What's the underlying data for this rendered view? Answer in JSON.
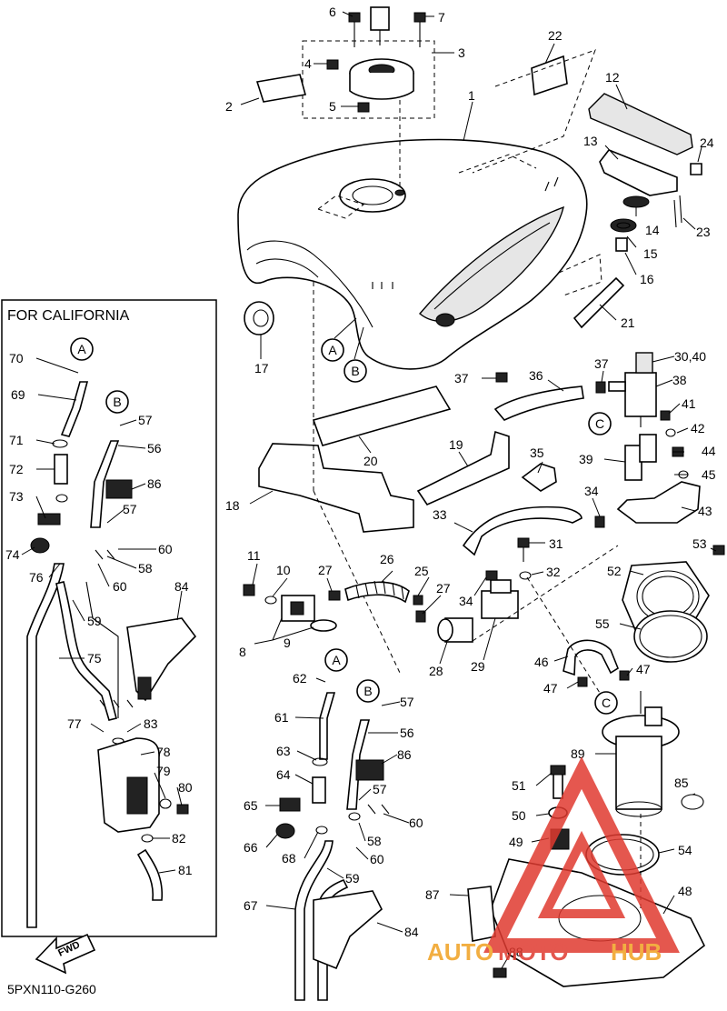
{
  "diagram": {
    "california_box_title": "FOR CALIFORNIA",
    "figure_code": "5PXN110-G260",
    "fwd_label": "FWD",
    "watermark": {
      "text_auto": "AUTO",
      "text_moto": "MOTO",
      "text_hub": "HUB",
      "color_red": "#e03a30",
      "color_orange": "#f0a020"
    },
    "callouts": {
      "A": "A",
      "B": "B",
      "C": "C"
    },
    "numbers": {
      "n1": "1",
      "n2": "2",
      "n3": "3",
      "n4": "4",
      "n5": "5",
      "n6": "6",
      "n7": "7",
      "n8": "8",
      "n9": "9",
      "n10": "10",
      "n11": "11",
      "n12": "12",
      "n13": "13",
      "n14": "14",
      "n15": "15",
      "n16": "16",
      "n17": "17",
      "n18": "18",
      "n19": "19",
      "n20": "20",
      "n21": "21",
      "n22": "22",
      "n23": "23",
      "n24": "24",
      "n25": "25",
      "n26": "26",
      "n27a": "27",
      "n27b": "27",
      "n28": "28",
      "n29": "29",
      "n30": "30,40",
      "n31": "31",
      "n32": "32",
      "n33": "33",
      "n34a": "34",
      "n34b": "34",
      "n35": "35",
      "n36": "36",
      "n37a": "37",
      "n37b": "37",
      "n38": "38",
      "n39": "39",
      "n41": "41",
      "n42": "42",
      "n43": "43",
      "n44": "44",
      "n45": "45",
      "n46": "46",
      "n47a": "47",
      "n47b": "47",
      "n48": "48",
      "n49": "49",
      "n50": "50",
      "n51": "51",
      "n52": "52",
      "n53": "53",
      "n54": "54",
      "n55": "55",
      "n56a": "56",
      "n56b": "56",
      "n57a": "57",
      "n57b": "57",
      "n57c": "57",
      "n57d": "57",
      "n58a": "58",
      "n58b": "58",
      "n59a": "59",
      "n59b": "59",
      "n60a": "60",
      "n60b": "60",
      "n60c": "60",
      "n60d": "60",
      "n61": "61",
      "n62": "62",
      "n63": "63",
      "n64": "64",
      "n65": "65",
      "n66": "66",
      "n67": "67",
      "n68": "68",
      "n69": "69",
      "n70": "70",
      "n71": "71",
      "n72": "72",
      "n73": "73",
      "n74": "74",
      "n75": "75",
      "n76": "76",
      "n77": "77",
      "n78": "78",
      "n79": "79",
      "n80": "80",
      "n81": "81",
      "n82": "82",
      "n83": "83",
      "n84a": "84",
      "n84b": "84",
      "n85": "85",
      "n86a": "86",
      "n86b": "86",
      "n87": "87",
      "n88": "88",
      "n89": "89"
    }
  }
}
